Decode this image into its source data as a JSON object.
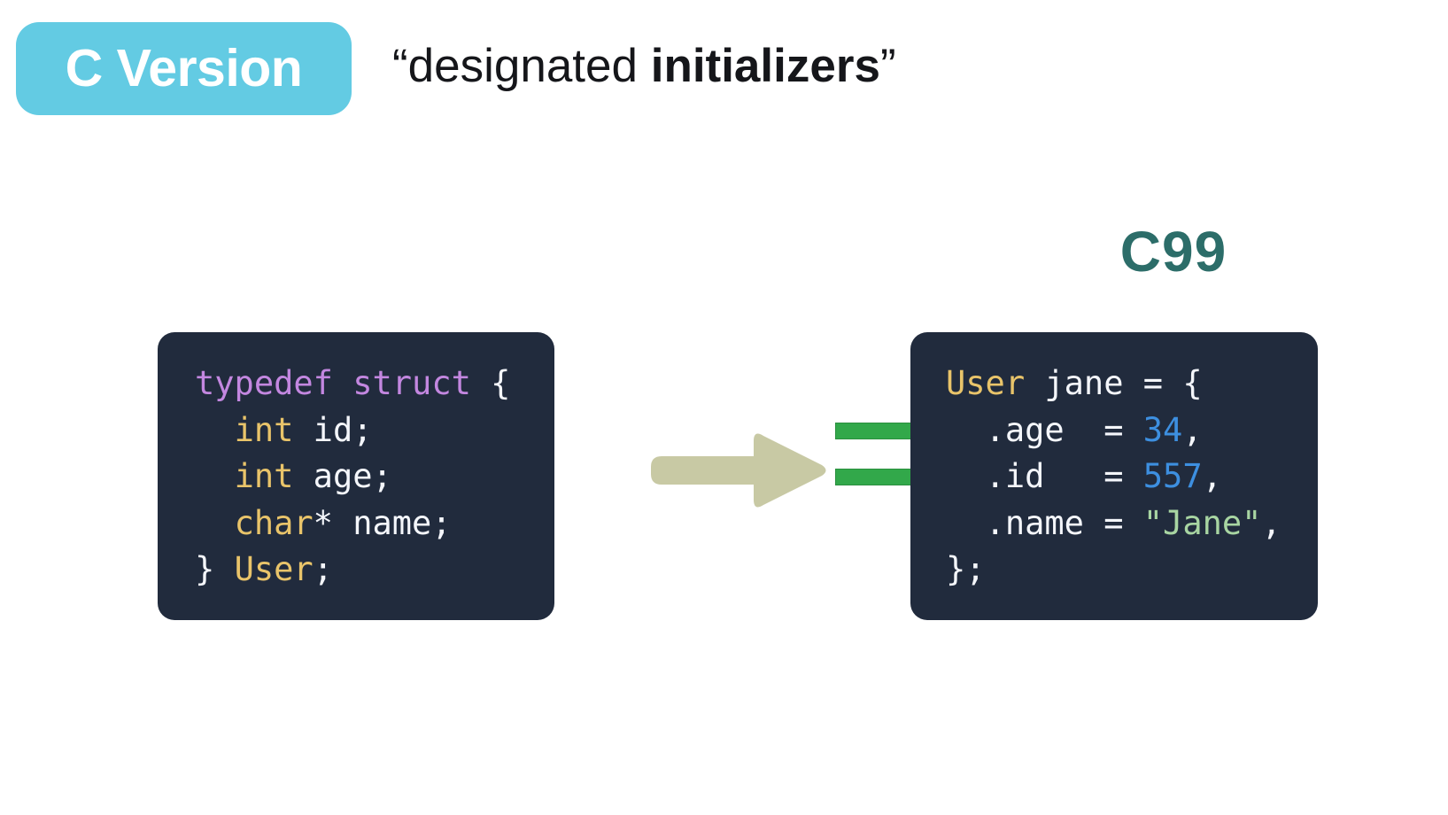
{
  "header": {
    "badge_label": "C Version",
    "quote_open": "“",
    "quote_regular": "designated",
    "quote_space": " ",
    "quote_bold": "initializers",
    "quote_close": "”"
  },
  "standard": {
    "label": "C99"
  },
  "arrow": {
    "name": "right-arrow-icon",
    "color": "#c8c9a4"
  },
  "connectors": [
    {
      "name": "connector-age",
      "color": "#32a84a",
      "targets": ".age"
    },
    {
      "name": "connector-id",
      "color": "#32a84a",
      "targets": ".id"
    }
  ],
  "left_card": {
    "background": "#212b3d",
    "lines": [
      {
        "indent": "",
        "tokens": [
          {
            "text": "typedef",
            "kind": "kw"
          },
          {
            "text": " ",
            "kind": "pun"
          },
          {
            "text": "struct",
            "kind": "kw"
          },
          {
            "text": " {",
            "kind": "pun"
          }
        ]
      },
      {
        "indent": "  ",
        "tokens": [
          {
            "text": "int",
            "kind": "type"
          },
          {
            "text": " id;",
            "kind": "id"
          }
        ]
      },
      {
        "indent": "  ",
        "tokens": [
          {
            "text": "int",
            "kind": "type"
          },
          {
            "text": " age;",
            "kind": "id"
          }
        ]
      },
      {
        "indent": "  ",
        "tokens": [
          {
            "text": "char",
            "kind": "type"
          },
          {
            "text": "* name;",
            "kind": "id"
          }
        ]
      },
      {
        "indent": "",
        "tokens": [
          {
            "text": "} ",
            "kind": "pun"
          },
          {
            "text": "User",
            "kind": "type"
          },
          {
            "text": ";",
            "kind": "pun"
          }
        ]
      }
    ]
  },
  "right_card": {
    "background": "#212b3d",
    "lines": [
      {
        "indent": "",
        "tokens": [
          {
            "text": "User",
            "kind": "type"
          },
          {
            "text": " jane ",
            "kind": "id"
          },
          {
            "text": "= {",
            "kind": "pun"
          }
        ]
      },
      {
        "indent": "  ",
        "tokens": [
          {
            "text": ".age  = ",
            "kind": "id"
          },
          {
            "text": "34",
            "kind": "num"
          },
          {
            "text": ",",
            "kind": "pun"
          }
        ]
      },
      {
        "indent": "  ",
        "tokens": [
          {
            "text": ".id   = ",
            "kind": "id"
          },
          {
            "text": "557",
            "kind": "num"
          },
          {
            "text": ",",
            "kind": "pun"
          }
        ]
      },
      {
        "indent": "  ",
        "tokens": [
          {
            "text": ".name = ",
            "kind": "id"
          },
          {
            "text": "\"Jane\"",
            "kind": "str"
          },
          {
            "text": ",",
            "kind": "pun"
          }
        ]
      },
      {
        "indent": "",
        "tokens": [
          {
            "text": "};",
            "kind": "pun"
          }
        ]
      }
    ]
  },
  "colors": {
    "badge": "#63cbe3",
    "std_label": "#2c6d69",
    "card_bg": "#212b3d",
    "keyword": "#c387e0",
    "type": "#e9c46a",
    "identifier": "#f4f6fb",
    "number": "#3d8fe0",
    "string": "#a8d5a2",
    "arrow": "#c8c9a4",
    "connector": "#32a84a"
  }
}
